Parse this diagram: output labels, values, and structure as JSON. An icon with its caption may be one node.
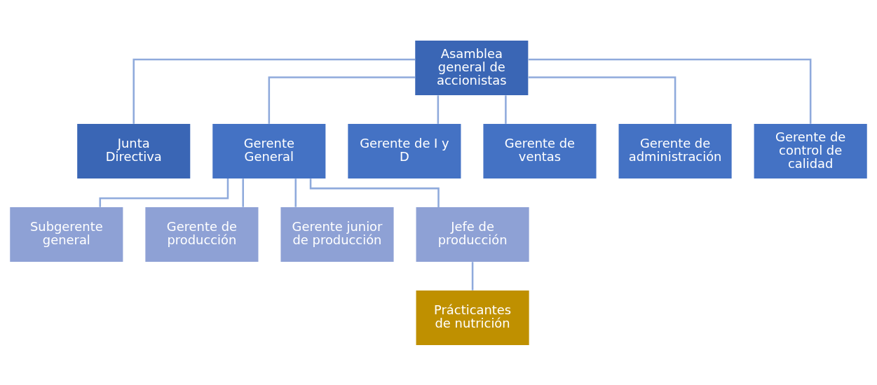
{
  "diagram": {
    "nodes": [
      {
        "text": [
          "Asamblea general de accionistas"
        ]
      },
      {
        "text": [
          "Junta Directiva"
        ]
      },
      {
        "text": [
          "Gerente General"
        ]
      },
      {
        "text": [
          "Gerente de I y D"
        ]
      },
      {
        "text": [
          "Gerente de ventas"
        ]
      },
      {
        "text": [
          "Gerente de administración"
        ]
      },
      {
        "text": [
          "Gerente de control de calidad"
        ]
      },
      {
        "text": [
          "Subgerente general"
        ]
      },
      {
        "text": [
          "Gerente de producción"
        ]
      },
      {
        "text": [
          "Gerente junior de producción"
        ]
      },
      {
        "text": [
          "Jefe de producción"
        ]
      },
      {
        "text": [
          "Prácticantes de nutrición"
        ]
      }
    ],
    "edges": [
      {
        "from": 0,
        "to": 1,
        "arrow": "none"
      },
      {
        "from": 0,
        "to": 2,
        "arrow": "none"
      },
      {
        "from": 0,
        "to": 3,
        "arrow": "none"
      },
      {
        "from": 0,
        "to": 4,
        "arrow": "none"
      },
      {
        "from": 0,
        "to": 5,
        "arrow": "none"
      },
      {
        "from": 0,
        "to": 6,
        "arrow": "none"
      },
      {
        "from": 2,
        "to": 7,
        "arrow": "none"
      },
      {
        "from": 2,
        "to": 8,
        "arrow": "none"
      },
      {
        "from": 2,
        "to": 9,
        "arrow": "none"
      },
      {
        "from": 2,
        "to": 10,
        "arrow": "none"
      },
      {
        "from": 10,
        "to": 11,
        "arrow": "none"
      }
    ]
  }
}
